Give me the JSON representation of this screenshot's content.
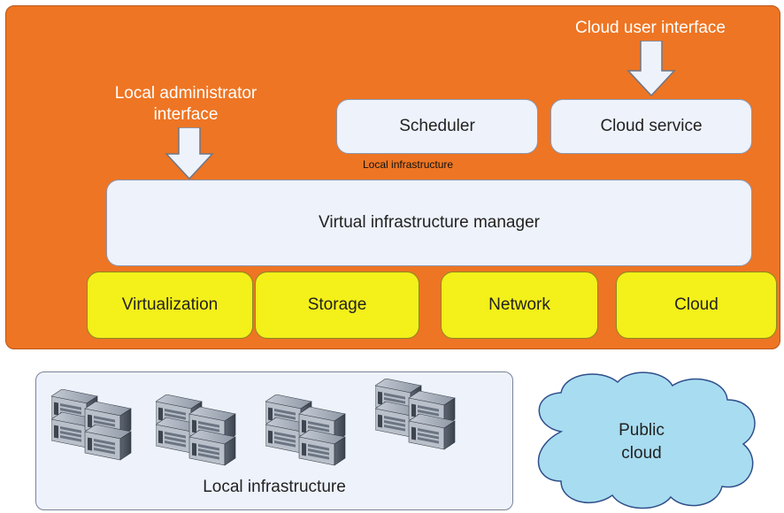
{
  "panel": {
    "color": "#ee7523",
    "cloud_user_interface": "Cloud user interface",
    "local_admin_interface_line1": "Local administrator",
    "local_admin_interface_line2": "interface",
    "scheduler": "Scheduler",
    "cloud_service": "Cloud service",
    "local_infra_small": "Local infrastructure",
    "vim": "Virtual infrastructure manager",
    "modules": [
      "Virtualization",
      "Storage",
      "Network",
      "Cloud"
    ]
  },
  "local_infrastructure": {
    "label": "Local infrastructure",
    "server_icon": "server-rack-icon",
    "server_group_count": 4
  },
  "public_cloud": {
    "line1": "Public",
    "line2": "cloud",
    "color": "#a8dcf0"
  }
}
